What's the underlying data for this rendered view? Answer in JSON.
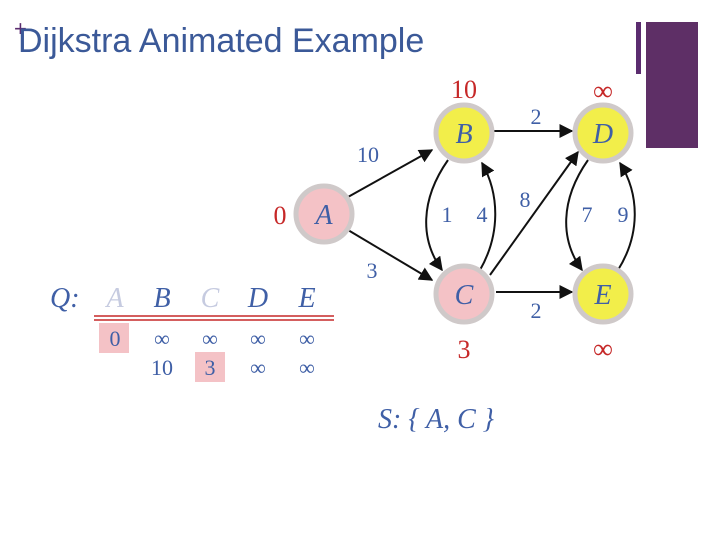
{
  "title": "Dijkstra Animated Example",
  "title_mark": "+",
  "graph": {
    "nodes": {
      "A": {
        "label": "A",
        "distance": "0",
        "fill": "#f4c2c6"
      },
      "B": {
        "label": "B",
        "distance": "10",
        "fill": "#f2ee4a"
      },
      "C": {
        "label": "C",
        "distance": "3",
        "fill": "#f4c2c6"
      },
      "D": {
        "label": "D",
        "distance": "∞",
        "fill": "#f2ee4a"
      },
      "E": {
        "label": "E",
        "distance": "∞",
        "fill": "#f2ee4a"
      }
    },
    "edges": {
      "AB": "10",
      "AC": "3",
      "BC": "1",
      "CB": "4",
      "BD": "2",
      "CD": "8",
      "DE": "7",
      "ED": "9",
      "CE": "2"
    }
  },
  "queue": {
    "label": "Q:",
    "headers": [
      "A",
      "B",
      "C",
      "D",
      "E"
    ],
    "rows": [
      [
        "0",
        "∞",
        "∞",
        "∞",
        "∞"
      ],
      [
        "",
        "10",
        "3",
        "∞",
        "∞"
      ]
    ]
  },
  "settled": "S: { A, C }",
  "colors": {
    "title": "#3b5998",
    "label": "#3f5fa6",
    "dist": "#c62828",
    "settled_bg": "#f4c2c6",
    "node_border": "#cfc9c9",
    "edge": "#111111"
  }
}
